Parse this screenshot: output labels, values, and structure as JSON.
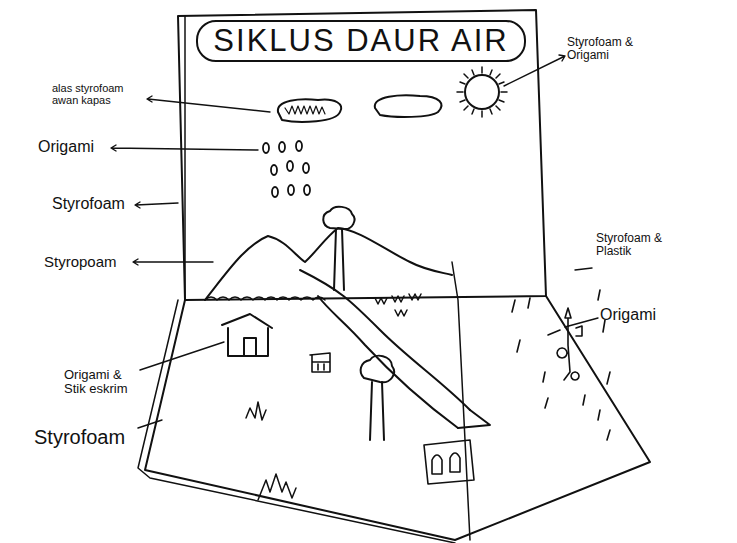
{
  "diagram": {
    "title": "SIKLUS DAUR AIR",
    "labels": [
      "alas styrofoam awan kapas",
      "Styrofoam & Origami",
      "Origami",
      "Styrofoam",
      "Styropoam",
      "Styrofoam & Plastik",
      "Origami",
      "Origami & Stik eskrim",
      "Styrofoam"
    ]
  }
}
